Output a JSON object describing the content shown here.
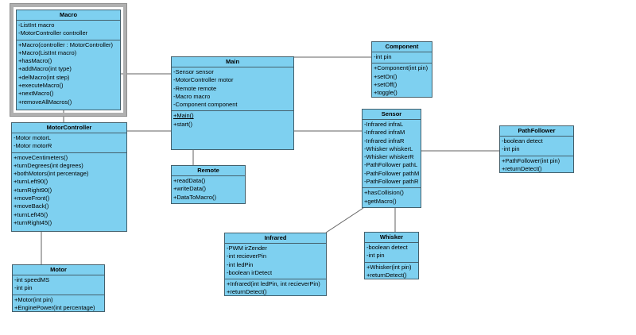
{
  "diagram": {
    "type": "uml-class-diagram",
    "background": "#ffffff",
    "class_fill": "#7ed0f0",
    "class_border": "#44606c",
    "connector_color": "#606060",
    "selection_color": "#b0b0b0"
  },
  "classes": [
    {
      "name": "Macro",
      "selected": true,
      "attributes": [
        "-ListInt macro",
        "-MotorController controller"
      ],
      "methods": [
        "+Macro(controller : MotorController)",
        "+Macro(ListInt macro)",
        "+hasMacro()",
        "+addMacro(int type)",
        "+delMacro(int step)",
        "+executeMacro()",
        "+nextMacro()",
        "+removeAllMacros()"
      ]
    },
    {
      "name": "MotorController",
      "attributes": [
        "-Motor motorL",
        "-Motor motorR"
      ],
      "methods": [
        "+moveCentimeters()",
        "+turnDegrees(int degrees)",
        "+bothMotors(int percentage)",
        "+turnLeft90()",
        "+turnRight90()",
        "+moveFront()",
        "+moveBack()",
        "+turnLeft45()",
        "+turnRight45()"
      ]
    },
    {
      "name": "Motor",
      "attributes": [
        "-int speedMS",
        "-int pin"
      ],
      "methods": [
        "+Motor(int pin)",
        "+EnginePower(int percentage)"
      ]
    },
    {
      "name": "Main",
      "attributes": [
        "-Sensor sensor",
        "-MotorController motor",
        "-Remote remote",
        "-Macro macro",
        "-Component component"
      ],
      "methods": [
        "+Main()",
        "+start()"
      ],
      "static_method_index": 0
    },
    {
      "name": "Remote",
      "attributes": [],
      "methods": [
        "+readData()",
        "+writeData()",
        "+DataToMacro()"
      ]
    },
    {
      "name": "Component",
      "attributes": [
        "-int pin"
      ],
      "methods": [
        "+Component(int pin)",
        "+setOn()",
        "+setOff()",
        "+toggle()"
      ]
    },
    {
      "name": "Sensor",
      "attributes": [
        "-Infrared infraL",
        "-Infrared infraM",
        "-Infrared infraR",
        "-Whisker whiskerL",
        "-Whisker whiskerR",
        "-PathFollower pathL",
        "-PathFollower pathM",
        "-PathFollower pathR"
      ],
      "methods": [
        "+hasCollision()",
        "+getMacro()"
      ]
    },
    {
      "name": "Infrared",
      "attributes": [
        "-PWM irZender",
        "-int recieverPin",
        "-int ledPin",
        "-boolean irDetect"
      ],
      "methods": [
        "+Infrared(int ledPin, int recieverPin)",
        "+returnDetect()"
      ]
    },
    {
      "name": "Whisker",
      "attributes": [
        "-boolean detect",
        "-int pin"
      ],
      "methods": [
        "+Whisker(int pin)",
        "+returnDetect()"
      ]
    },
    {
      "name": "PathFollower",
      "attributes": [
        "-boolean detect",
        "-int pin"
      ],
      "methods": [
        "+PathFollower(int pin)",
        "+returnDetect()"
      ]
    }
  ],
  "connectors": [
    {
      "from": "Macro",
      "to": "Main"
    },
    {
      "from": "Macro",
      "to": "MotorController"
    },
    {
      "from": "MotorController",
      "to": "Main"
    },
    {
      "from": "MotorController",
      "to": "Motor"
    },
    {
      "from": "Main",
      "to": "Remote"
    },
    {
      "from": "Main",
      "to": "Component"
    },
    {
      "from": "Main",
      "to": "Sensor"
    },
    {
      "from": "Sensor",
      "to": "PathFollower"
    },
    {
      "from": "Sensor",
      "to": "Infrared"
    },
    {
      "from": "Sensor",
      "to": "Whisker"
    }
  ]
}
